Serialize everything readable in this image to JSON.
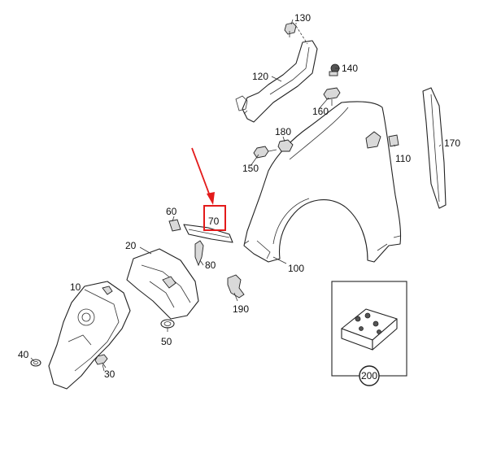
{
  "callouts": {
    "p10": "10",
    "p20": "20",
    "p30": "30",
    "p40": "40",
    "p50": "50",
    "p60": "60",
    "p70": "70",
    "p80": "80",
    "p100": "100",
    "p110": "110",
    "p120": "120",
    "p130": "130",
    "p140": "140",
    "p150": "150",
    "p160": "160",
    "p170": "170",
    "p180": "180",
    "p190": "190",
    "p200": "200"
  },
  "highlight": {
    "part": "70",
    "box_color": "#e31b1b",
    "arrow_color": "#e31b1b"
  }
}
